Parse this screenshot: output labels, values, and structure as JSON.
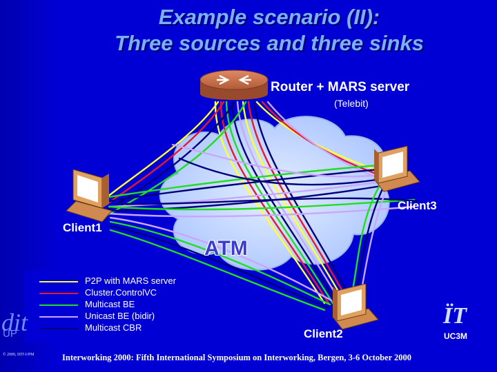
{
  "title": {
    "line1": "Example scenario (II):",
    "line2": "Three sources and three sinks"
  },
  "router": {
    "label": "Router + MARS server",
    "sublabel": "(Telebit)",
    "icon": "router-icon"
  },
  "network": {
    "label": "ATM",
    "icon": "cloud-icon"
  },
  "clients": [
    {
      "label": "Client1",
      "icon": "computer-icon"
    },
    {
      "label": "Client2",
      "icon": "computer-icon"
    },
    {
      "label": "Client3",
      "icon": "computer-icon"
    }
  ],
  "legend": [
    {
      "label": "P2P with MARS server",
      "color": "#ffff33"
    },
    {
      "label": "Cluster.ControlVC",
      "color": "#e8182c"
    },
    {
      "label": "Multicast BE",
      "color": "#22dd22"
    },
    {
      "label": "Unicast BE (bidir)",
      "color": "#c9a6ff"
    },
    {
      "label": "Multicast CBR",
      "color": "#00007a"
    }
  ],
  "logos": {
    "left_main": "dit",
    "left_sub": "UP",
    "copyright": "© 2000, DIT-UPM",
    "right_main": "ÏT",
    "right_sub": "UC3M"
  },
  "footer": "Interworking 2000:  Fifth International Symposium on Interworking, Bergen, 3-6 October 2000",
  "colors": {
    "background": "#0000d4",
    "title": "#7ab0ff",
    "cloud": "#c8dcff",
    "router": "#c86e4a"
  }
}
